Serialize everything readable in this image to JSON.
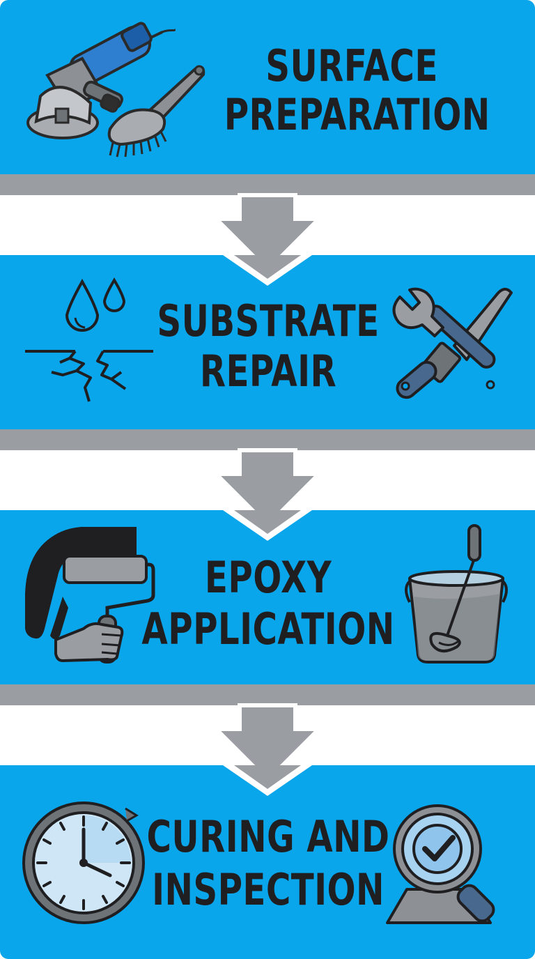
{
  "colors": {
    "panel": "#0aa6ec",
    "divider": "#9a9ea3",
    "text": "#1f1f22",
    "background": "#ffffff"
  },
  "steps": [
    {
      "title_line1": "SURFACE",
      "title_line2": "PREPARATION",
      "icons": [
        "angle-grinder-icon",
        "scrub-brush-icon"
      ]
    },
    {
      "title_line1": "SUBSTRATE",
      "title_line2": "REPAIR",
      "icons": [
        "water-drops-crack-icon",
        "wrench-and-scraper-icon"
      ]
    },
    {
      "title_line1": "EPOXY",
      "title_line2": "APPLICATION",
      "icons": [
        "paint-roller-icon",
        "mixing-bucket-icon"
      ]
    },
    {
      "title_line1": "CURING AND",
      "title_line2": "INSPECTION",
      "icons": [
        "clock-icon",
        "magnifier-check-icon"
      ]
    }
  ]
}
